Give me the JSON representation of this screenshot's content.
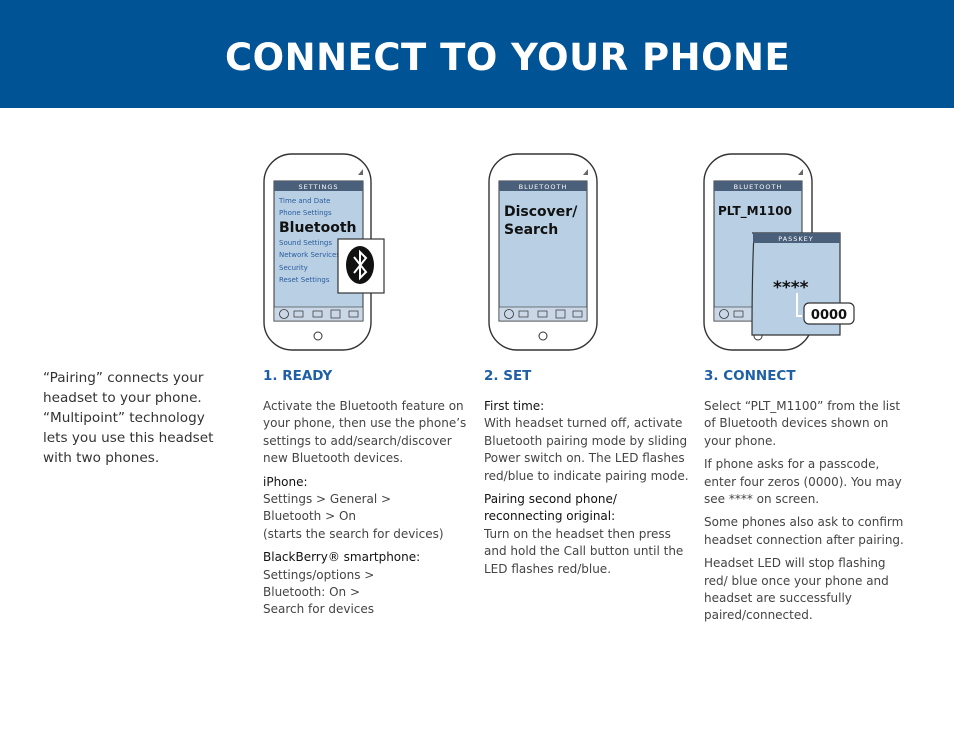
{
  "header": {
    "title": "CONNECT TO YOUR PHONE"
  },
  "intro": {
    "line1": "“Pairing” connects your headset to your phone.",
    "line2": "“Multipoint” technology lets you use this headset with two phones."
  },
  "phone1": {
    "screen_header": "SETTINGS",
    "menu": [
      "Time and Date",
      "Phone Settings",
      "Bluetooth",
      "Sound Settings",
      "Network Services",
      "Security",
      "Reset Settings"
    ]
  },
  "phone2": {
    "screen_header": "BLUETOOTH",
    "line1": "Discover/",
    "line2": "Search"
  },
  "phone3": {
    "screen_header": "BLUETOOTH",
    "device": "PLT_M1100",
    "passkey_header": "PASSKEY",
    "masked": "****",
    "code": "0000"
  },
  "step1": {
    "title": "1. READY",
    "p1": "Activate the Bluetooth feature on your phone, then use the phone’s settings to add/search/discover new Bluetooth devices.",
    "iphone_label": "iPhone:",
    "iphone_l1": "Settings > General >",
    "iphone_l2": "Bluetooth > On",
    "iphone_l3": "(starts the search for devices)",
    "bb_label": "BlackBerry® smartphone:",
    "bb_l1": "Settings/options >",
    "bb_l2": "Bluetooth: On >",
    "bb_l3": "Search for devices"
  },
  "step2": {
    "title": "2. SET",
    "first_label": "First time:",
    "first_text": "With headset turned off, activate Bluetooth pairing mode by sliding Power switch on. The LED flashes red/blue to indicate pairing mode.",
    "second_label1": "Pairing second phone/",
    "second_label2": "reconnecting original:",
    "second_text": "Turn on the headset then press and hold the Call button until the LED flashes red/blue."
  },
  "step3": {
    "title": "3. CONNECT",
    "p1": "Select “PLT_M1100” from the list of Bluetooth devices shown on your phone.",
    "p2": "If phone asks for a passcode, enter four zeros (0000). You may see **** on screen.",
    "p3": "Some phones also ask to confirm headset connection after pairing.",
    "p4": "Headset LED will stop flashing red/ blue once your phone and headset are successfully paired/connected."
  }
}
